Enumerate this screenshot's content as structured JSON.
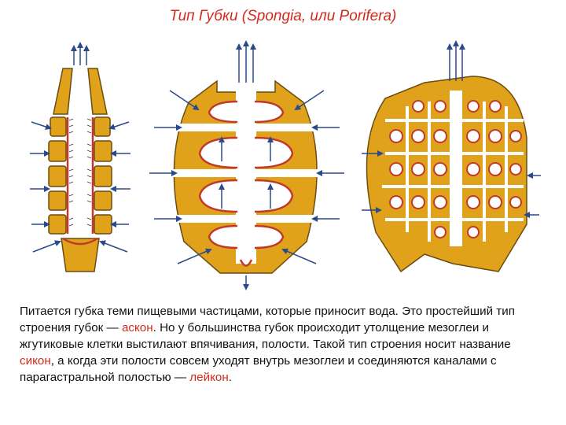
{
  "slide": {
    "title": "Тип Губки (Spongia, или Porifera)",
    "description": {
      "p1": "Питается губка теми пищевыми частицами, которые приносит вода. Это простейший тип строения губок — ",
      "term1": "аскон",
      "p2": ". Но у большинства губок происходит утолщение мезоглеи и жгутиковые клетки выстилают впячивания, полости. Такой тип строения носит название ",
      "term2": "сикон",
      "p3": ", а когда эти полости совсем уходят внутрь мезоглеи и соединяются каналами с парагастральной полостью — ",
      "term3": "лейкон",
      "p4": "."
    }
  },
  "colors": {
    "body": "#e0a21a",
    "outline": "#6b4c10",
    "lining": "#c0392b",
    "arrow": "#2a4a8a",
    "accent_text": "#d42a1c"
  }
}
